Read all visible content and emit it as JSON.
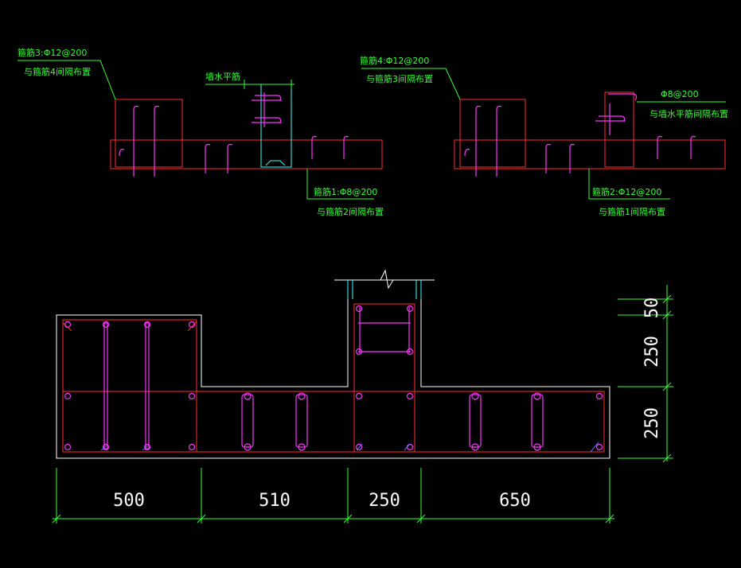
{
  "colors": {
    "background": "#000000",
    "concrete": "#ff2d2d",
    "stirrup": "#ff33ff",
    "wall": "#33ffff",
    "leader": "#33ff33",
    "outline": "#ffffff",
    "dimension": "#33ff33",
    "text": "#ffffff"
  },
  "callouts": {
    "stirrup3": {
      "spec": "箍筋3:Φ12@200",
      "note": "与箍筋4间隔布置"
    },
    "wall_horizontal": {
      "spec": "墙水平筋"
    },
    "stirrup1": {
      "spec": "箍筋1:Φ8@200",
      "note": "与箍筋2间隔布置"
    },
    "stirrup4": {
      "spec": "箍筋4:Φ12@200",
      "note": "与箍筋3间隔布置"
    },
    "phi8": {
      "spec": "Φ8@200",
      "note": "与墙水平筋间隔布置"
    },
    "stirrup2": {
      "spec": "箍筋2:Φ12@200",
      "note": "与箍筋1间隔布置"
    }
  },
  "dimensions": {
    "horizontal": [
      "500",
      "510",
      "250",
      "650"
    ],
    "vertical": [
      "50",
      "250",
      "250"
    ]
  }
}
